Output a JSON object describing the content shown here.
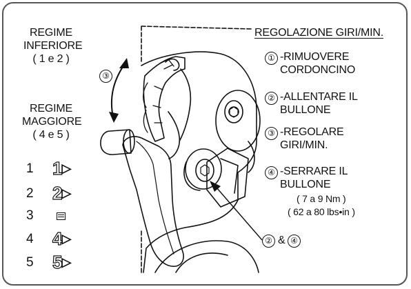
{
  "title": "REGOLAZIONE GIRI/MIN.",
  "low_range": {
    "line1": "REGIME",
    "line2": "INFERIORE",
    "line3": "( 1 e 2 )"
  },
  "high_range": {
    "line1": "REGIME",
    "line2": "MAGGIORE",
    "line3": "( 4 e 5 )"
  },
  "arrow_marker": "③",
  "gears": [
    {
      "num": "1",
      "symbol": "1"
    },
    {
      "num": "2",
      "symbol": "2"
    },
    {
      "num": "3",
      "symbol": ""
    },
    {
      "num": "4",
      "symbol": "4"
    },
    {
      "num": "5",
      "symbol": "5"
    }
  ],
  "steps": [
    {
      "marker": "①",
      "line1": "-RIMUOVERE",
      "line2": "CORDONCINO"
    },
    {
      "marker": "②",
      "line1": "-ALLENTARE IL",
      "line2": "BULLONE"
    },
    {
      "marker": "③",
      "line1": "-REGOLARE",
      "line2": "GIRI/MIN."
    },
    {
      "marker": "④",
      "line1": "-SERRARE IL",
      "line2": "BULLONE",
      "line3": "( 7 a 9 Nm )",
      "line4": "( 62 a 80 lbs•in )"
    }
  ],
  "callout": {
    "a": "②",
    "amp": "&",
    "b": "④"
  }
}
